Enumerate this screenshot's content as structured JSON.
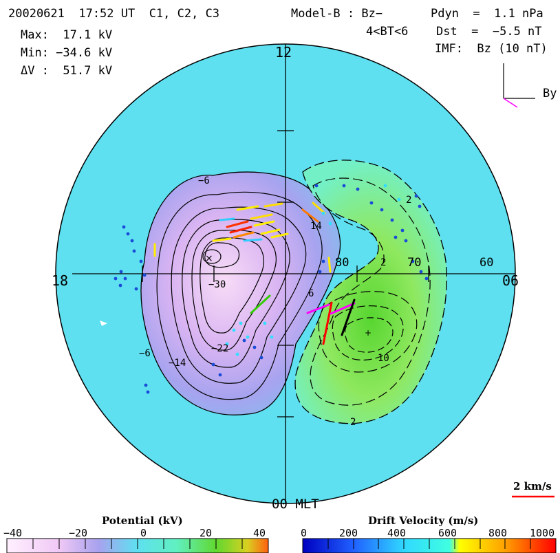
{
  "header": {
    "date_time_line": "20020621  17:52 UT  C1, C2, C3",
    "model": "Model-B : Bz−",
    "bt_range": "4<BT<6",
    "pdyn": "Pdyn  =  1.1 nPa",
    "dst": "Dst  =  −5.5 nT",
    "imf": "IMF:  Bz (10 nT)"
  },
  "stats": {
    "max": "Max:  17.1 kV",
    "min": "Min: −34.6 kV",
    "dv": "ΔV :  51.7 kV"
  },
  "clock_labels": {
    "noon": "12",
    "dusk": "18",
    "dawn": "06",
    "midnight": "00 MLT"
  },
  "lat_labels": {
    "l80": "80",
    "l70": "70",
    "l60": "60"
  },
  "contour_labels": {
    "c1": "−6",
    "c2": "−30",
    "c3": "−6",
    "c4": "−14",
    "c5": "−22",
    "c6": "6",
    "c7": "14",
    "c8": "2",
    "c9": "2",
    "c10": "10",
    "c11": "2"
  },
  "imf_axis_label": "By",
  "scale": {
    "label": "2 km/s",
    "color": "#ff0000"
  },
  "colorbar_potential": {
    "title": "Potential (kV)",
    "ticks": [
      "−40",
      "−20",
      "0",
      "20",
      "40"
    ]
  },
  "colorbar_velocity": {
    "title": "Drift Velocity (m/s)",
    "ticks": [
      "0",
      "200",
      "400",
      "600",
      "800",
      "1000"
    ]
  },
  "colors": {
    "background_cap": "#5ee0f0",
    "positive_cell": "#7fdf60",
    "negative_cell": "#e6b8f0"
  }
}
